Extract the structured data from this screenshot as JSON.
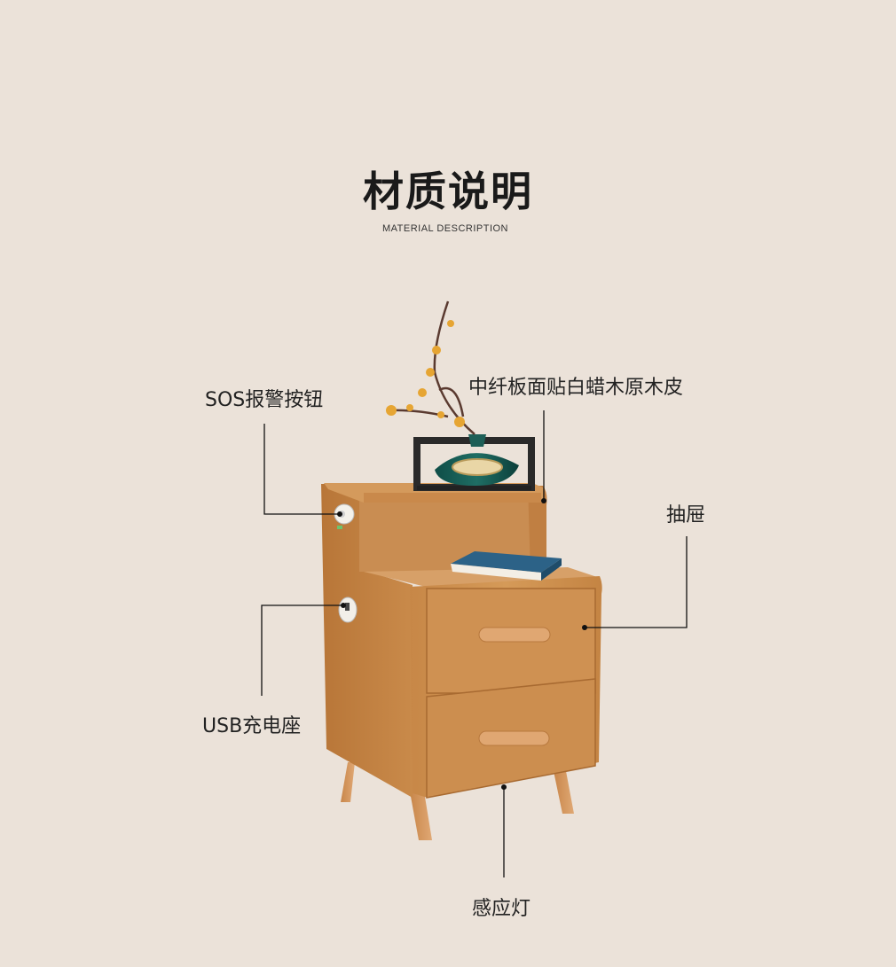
{
  "heading": {
    "title": "材质说明",
    "subtitle": "MATERIAL DESCRIPTION"
  },
  "callouts": {
    "sos_button": "SOS报警按钮",
    "panel_material": "中纤板面贴白蜡木原木皮",
    "drawer": "抽屉",
    "usb_socket": "USB充电座",
    "sensor_light": "感应灯"
  },
  "colors": {
    "background": "#ebe2d9",
    "wood": "#c98a4a",
    "leader_line": "#111111"
  }
}
